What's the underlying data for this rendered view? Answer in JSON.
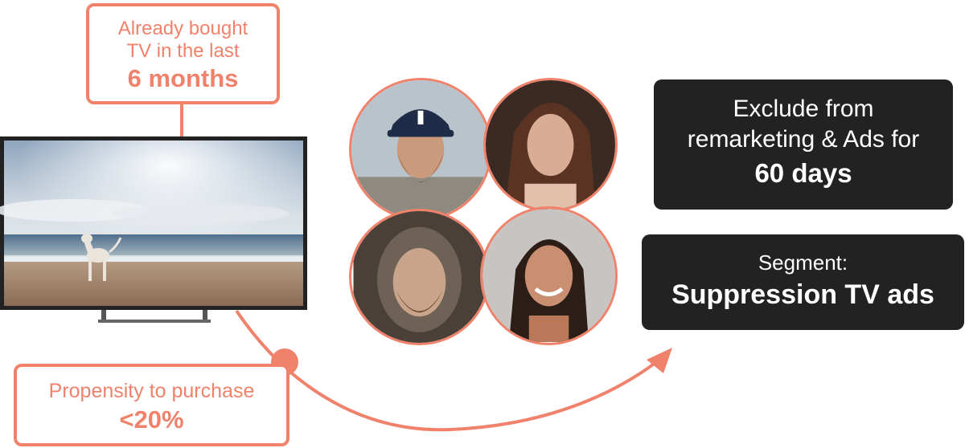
{
  "callout_top": {
    "line1": "Already bought",
    "line2": "TV in the last",
    "emphasis": "6 months"
  },
  "callout_bottom": {
    "line1": "Propensity to purchase",
    "emphasis": "<20%"
  },
  "action_box": {
    "line1": "Exclude from",
    "line2": "remarketing & Ads for",
    "emphasis": "60 days"
  },
  "segment_box": {
    "label": "Segment:",
    "name": "Suppression TV ads"
  },
  "colors": {
    "accent": "#f0826c",
    "dark_box": "#222222"
  },
  "icons": [
    "tv-image",
    "person-avatar",
    "arrow-head"
  ]
}
